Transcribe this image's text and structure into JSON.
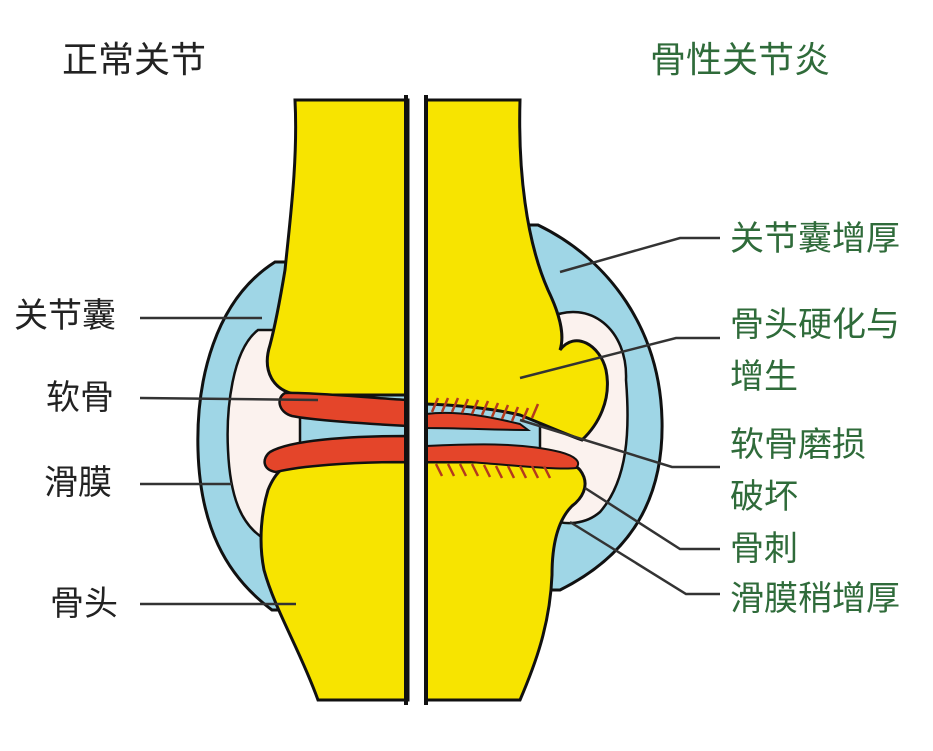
{
  "titles": {
    "normal": "正常关节",
    "osteoarthritis": "骨性关节炎"
  },
  "left_labels": {
    "capsule": "关节囊",
    "cartilage": "软骨",
    "synovium": "滑膜",
    "bone": "骨头"
  },
  "right_labels": {
    "capsule_thickening": "关节囊增厚",
    "bone_sclerosis_1": "骨头硬化与",
    "bone_sclerosis_2": "增生",
    "cartilage_wear_1": "软骨磨损",
    "cartilage_wear_2": "破坏",
    "osteophyte": "骨刺",
    "synovium_thickening": "滑膜稍增厚"
  },
  "colors": {
    "bone": "#f7e400",
    "capsule": "#9fd6e6",
    "cavity": "#fbf2ee",
    "cartilage": "#e4452a",
    "outline": "#111111",
    "left_text": "#222222",
    "right_text": "#2f6b3a"
  }
}
